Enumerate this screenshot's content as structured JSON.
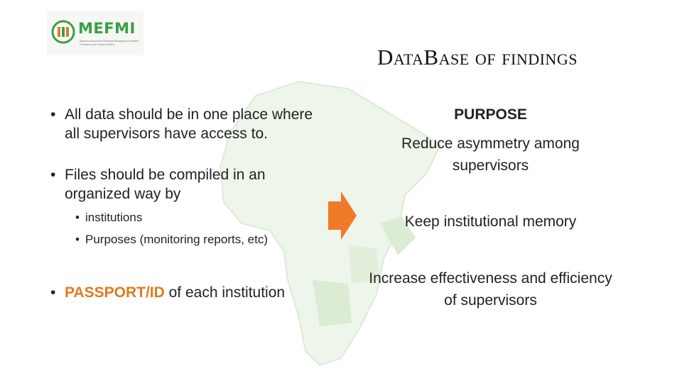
{
  "logo": {
    "text": "MEFMI",
    "subtitle": "Macroeconomic and Financial Management Institute of Eastern and Southern Africa",
    "brand_color": "#38a045"
  },
  "title": "DataBase of findings",
  "left_bullets": {
    "item1": "All data should be in one place where all supervisors have access to.",
    "item2": "Files should be compiled in an organized way by",
    "sub_items": [
      "institutions",
      "Purposes (monitoring reports, etc)"
    ],
    "item3_highlight": "PASSPORT/ID",
    "item3_rest": " of each institution"
  },
  "right_column": {
    "heading": "PURPOSE",
    "point1": "Reduce asymmetry among supervisors",
    "point2": "Keep institutional memory",
    "point3": "Increase effectiveness and efficiency of supervisors"
  },
  "colors": {
    "accent": "#e07a20",
    "arrow": "#ee7a2a",
    "map": "#eaf3e6"
  }
}
